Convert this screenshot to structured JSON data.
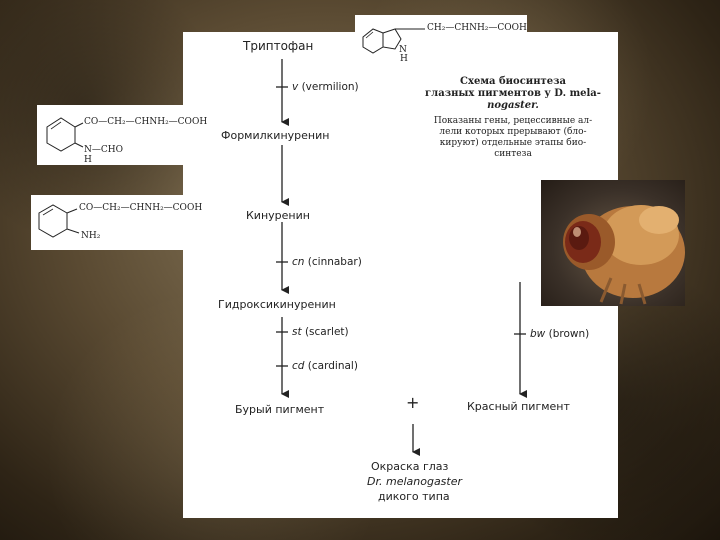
{
  "diagram": {
    "nodes": {
      "tryptophan": "Триптофан",
      "formylkynurenine": "Формилкинуренин",
      "kynurenine": "Кинуренин",
      "hydroxykynurenine": "Гидроксикинуренин",
      "brown_pigment": "Бурый пигмент",
      "plus": "+",
      "red_pigment": "Красный пигмент",
      "eye_color_1": "Окраска глаз",
      "eye_color_2": "Dr. melanogaster",
      "eye_color_3": "дикого типа"
    },
    "genes": {
      "v": {
        "symbol": "v",
        "name": "(vermilion)"
      },
      "cn": {
        "symbol": "cn",
        "name": "(cinnabar)"
      },
      "st": {
        "symbol": "st",
        "name": "(scarlet)"
      },
      "cd": {
        "symbol": "cd",
        "name": "(cardinal)"
      },
      "bw": {
        "symbol": "bw",
        "name": "(brown)"
      }
    },
    "caption": {
      "title_1": "Схема биосинтеза",
      "title_2": "глазных пигментов у D. mela-",
      "title_3": "nogaster.",
      "body_1": "Показаны гены, рецессивные ал-",
      "body_2": "лели которых прерывают (бло-",
      "body_3": "кируют) отдельные этапы био-",
      "body_4": "синтеза"
    },
    "formulas": {
      "indole_chain": "CH₂—CHNH₂—COOH",
      "indole_nh": "N",
      "indole_h": "H",
      "formyl_chain": "CO—CH₂—CHNH₂—COOH",
      "formyl_nh": "N—CHO",
      "formyl_h": "H",
      "kyn_chain": "CO—CH₂—CHNH₂—COOH",
      "kyn_nh2": "NH₂"
    },
    "photo": {
      "subject": "drosophila-fly-head"
    }
  }
}
